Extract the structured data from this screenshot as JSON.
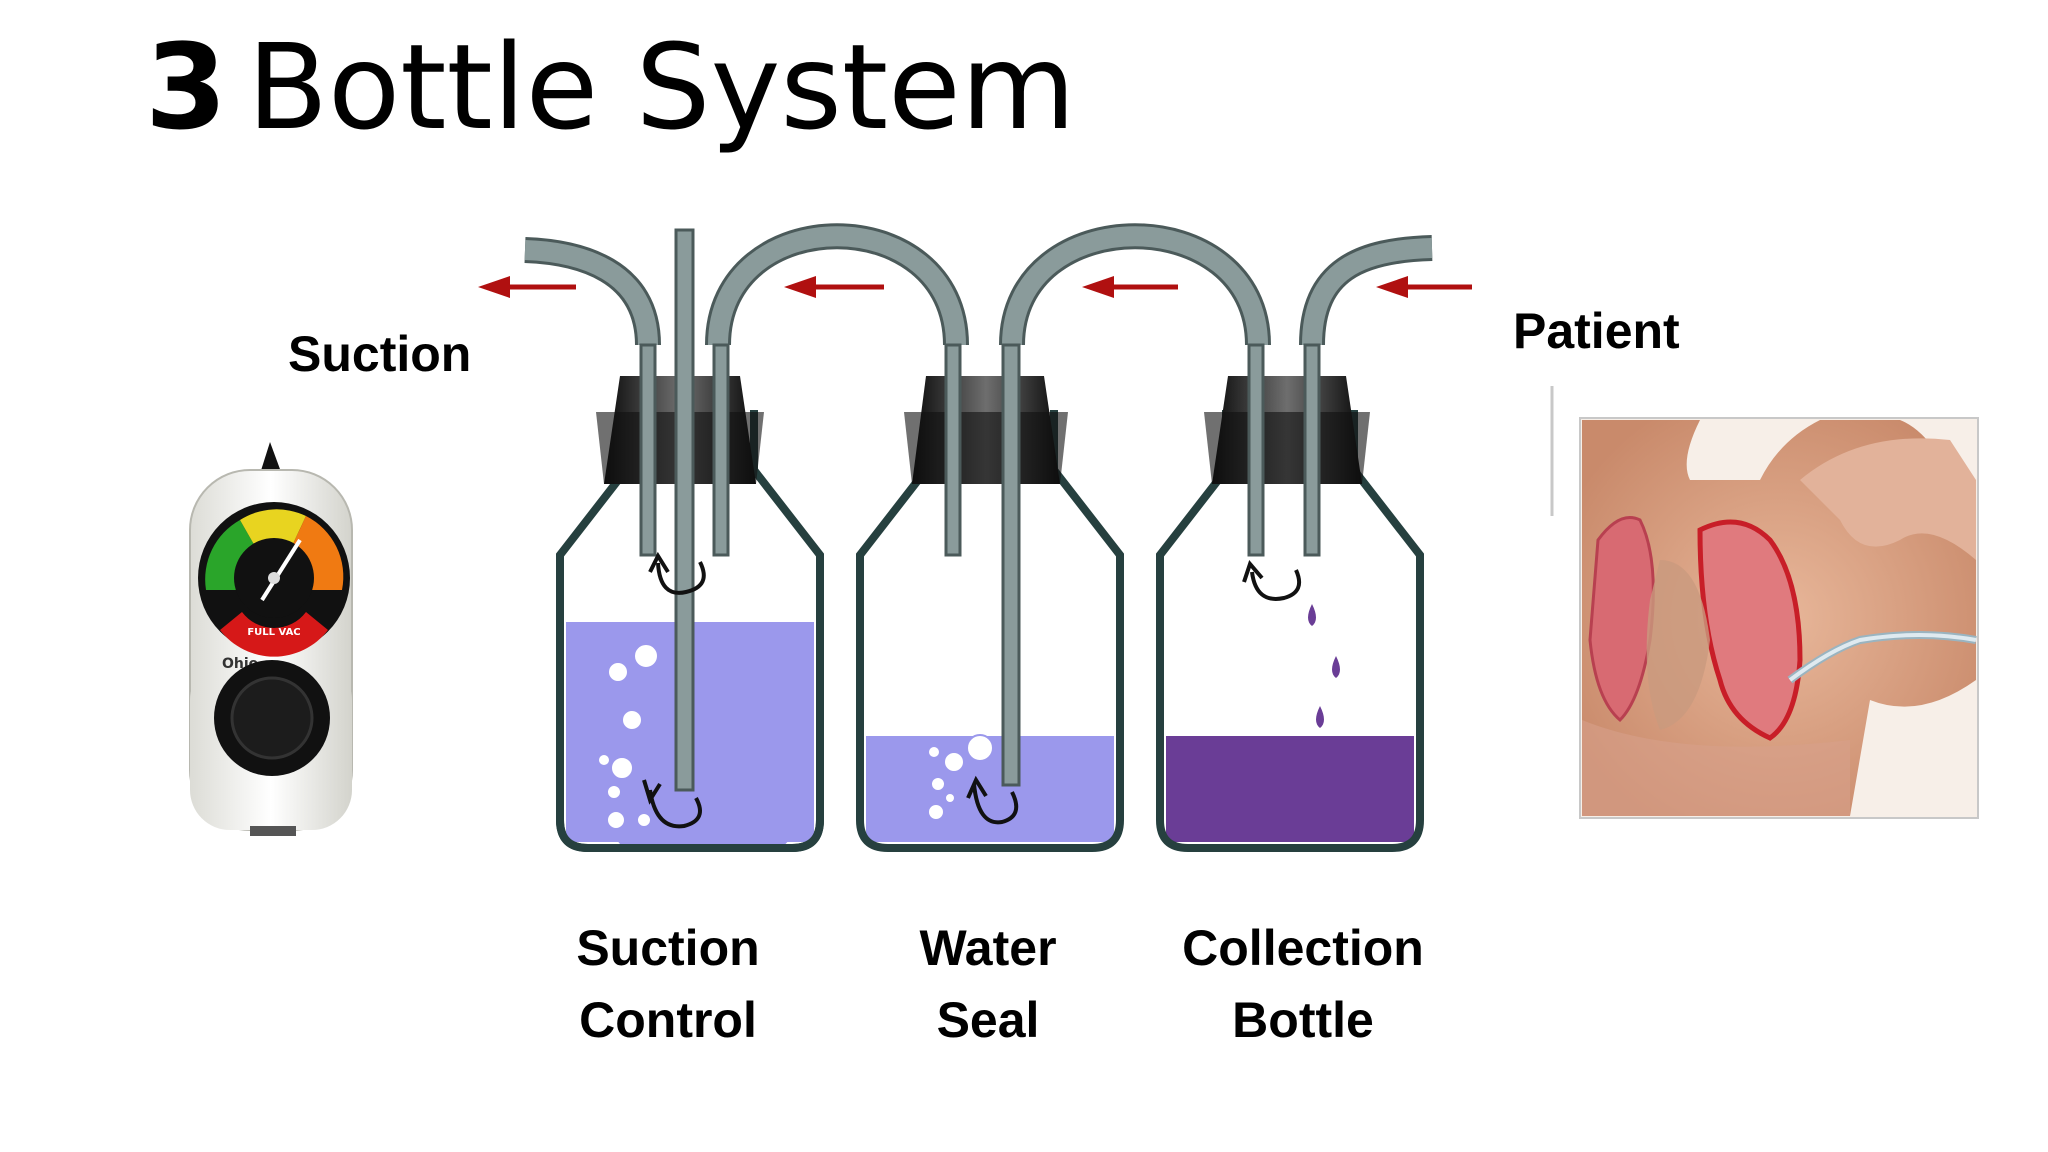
{
  "title": {
    "number": "3",
    "rest": "Bottle System"
  },
  "labels": {
    "suction": "Suction",
    "patient": "Patient",
    "bottles": [
      {
        "line1": "Suction",
        "line2": "Control"
      },
      {
        "line1": "Water",
        "line2": "Seal"
      },
      {
        "line1": "Collection",
        "line2": "Bottle"
      }
    ]
  },
  "gauge": {
    "brand": "Ohio",
    "scale_text": "FULL VAC"
  },
  "colors": {
    "tube": "#8a9b9b",
    "tube_edge": "#4b5a5a",
    "stopper": "#111111",
    "bottle_outline": "#26403f",
    "water": "#9b98ec",
    "drainage": "#6a3d96",
    "arrow": "#b01010"
  }
}
